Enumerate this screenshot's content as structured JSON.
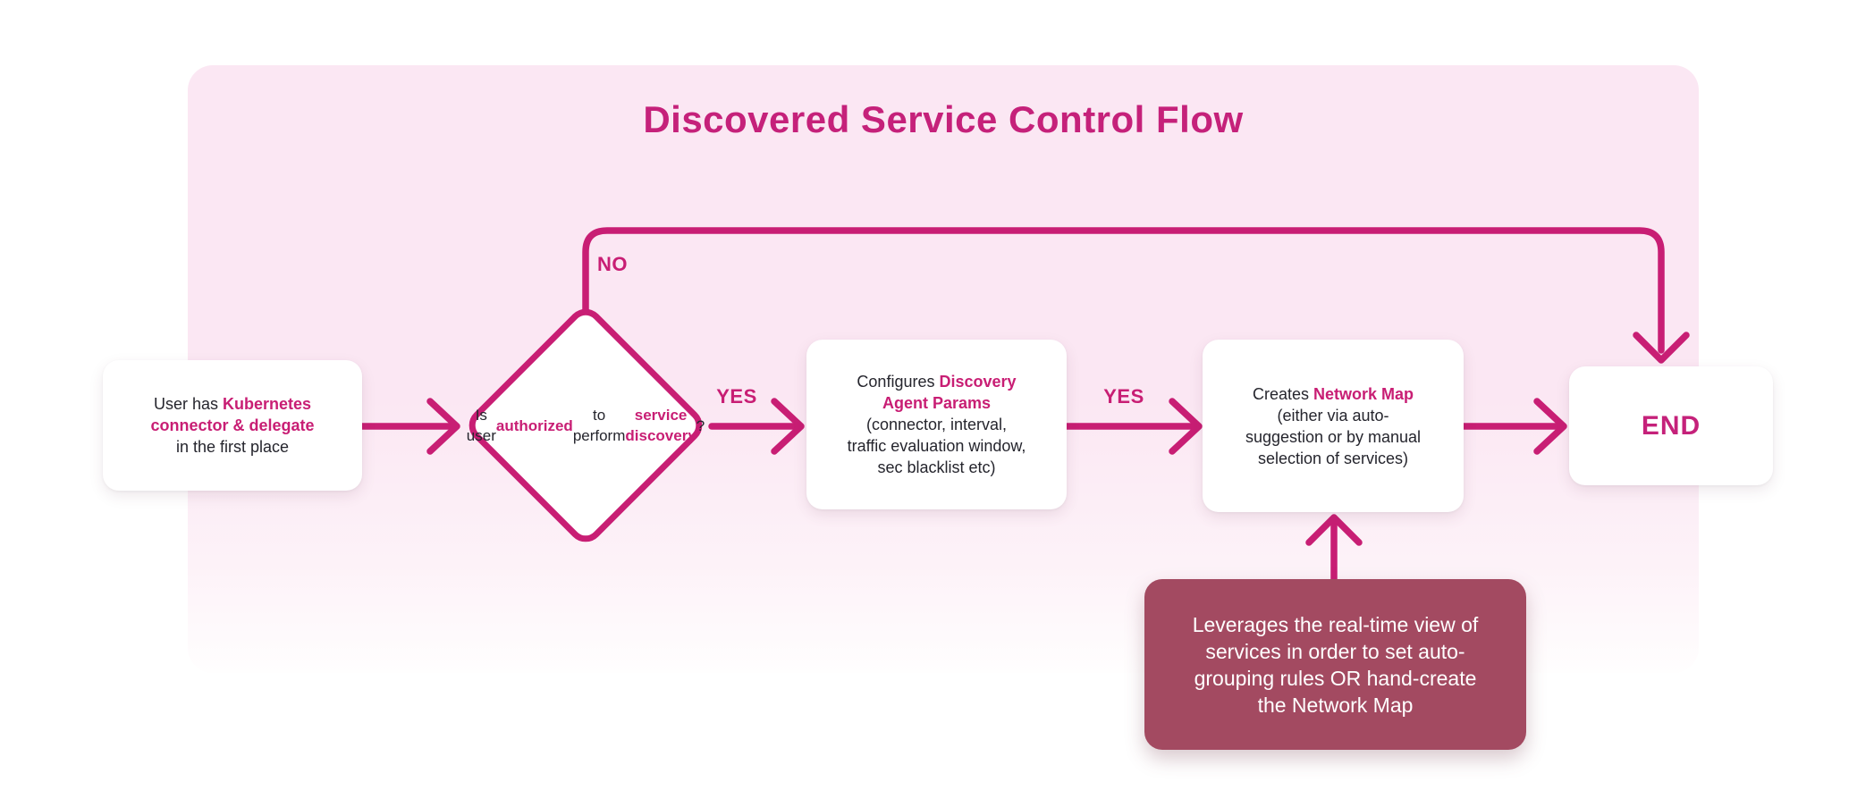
{
  "title": "Discovered Service Control Flow",
  "colors": {
    "accent_magenta": "#c81e74",
    "title_magenta": "#c5217a",
    "panel_pink": "#fbe7f3",
    "note_maroon": "#a34a61",
    "node_background": "#ffffff",
    "body_text": "#25252d"
  },
  "labels": {
    "no": "NO",
    "yes_first": "YES",
    "yes_second": "YES"
  },
  "nodes": {
    "start": {
      "segments": [
        {
          "text": "User has "
        },
        {
          "text": "Kubernetes",
          "accent": true
        },
        {
          "break": true
        },
        {
          "text": "connector & delegate",
          "accent": true
        },
        {
          "break": true
        },
        {
          "text": "in the first place"
        }
      ]
    },
    "decision": {
      "segments": [
        {
          "text": "Is user"
        },
        {
          "break": true
        },
        {
          "text": "authorized",
          "accent": true
        },
        {
          "break": true
        },
        {
          "text": "to perform"
        },
        {
          "break": true
        },
        {
          "text": "service discovery",
          "accent": true
        },
        {
          "text": "?"
        }
      ]
    },
    "configure": {
      "segments": [
        {
          "text": "Configures "
        },
        {
          "text": "Discovery",
          "accent": true
        },
        {
          "break": true
        },
        {
          "text": "Agent Params",
          "accent": true
        },
        {
          "break": true
        },
        {
          "text": "(connector, interval,"
        },
        {
          "break": true
        },
        {
          "text": "traffic evaluation window,"
        },
        {
          "break": true
        },
        {
          "text": "sec blacklist etc)"
        }
      ]
    },
    "create_map": {
      "segments": [
        {
          "text": "Creates "
        },
        {
          "text": "Network Map",
          "accent": true
        },
        {
          "break": true
        },
        {
          "text": "(either via auto-"
        },
        {
          "break": true
        },
        {
          "text": "suggestion or by manual"
        },
        {
          "break": true
        },
        {
          "text": "selection of services)"
        }
      ]
    },
    "end": {
      "label": "END"
    },
    "note": {
      "segments": [
        {
          "text": "Leverages the real-time view of"
        },
        {
          "break": true
        },
        {
          "text": "services in order to set auto-"
        },
        {
          "break": true
        },
        {
          "text": "grouping rules OR hand-create"
        },
        {
          "break": true
        },
        {
          "text": "the Network Map"
        }
      ]
    }
  }
}
